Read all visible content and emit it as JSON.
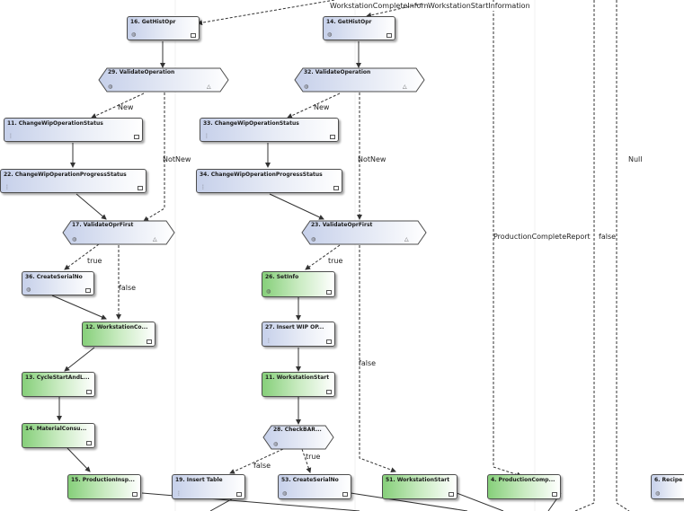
{
  "nodes": {
    "n1": {
      "title": "16. GetHistOpr"
    },
    "n2": {
      "title": "14. GetHistOpr"
    },
    "n3": {
      "title": "29. ValidateOperation"
    },
    "n4": {
      "title": "32. ValidateOperation"
    },
    "n5": {
      "title": "11. ChangeWipOperationStatus"
    },
    "n6": {
      "title": "33. ChangeWipOperationStatus"
    },
    "n7": {
      "title": "22. ChangeWipOperationProgressStatus"
    },
    "n8": {
      "title": "34. ChangeWipOperationProgressStatus"
    },
    "n9": {
      "title": "17. ValidateOprFirst"
    },
    "n10": {
      "title": "23. ValidateOprFirst"
    },
    "n11": {
      "title": "36. CreateSerialNo"
    },
    "n12": {
      "title": "26. SetInfo"
    },
    "n13": {
      "title": "12. WorkstationCo..."
    },
    "n14": {
      "title": "27. Insert WIP OP..."
    },
    "n15": {
      "title": "13. CycleStartAndL..."
    },
    "n16": {
      "title": "11. WorkstationStart"
    },
    "n17": {
      "title": "14. MaterialConsu..."
    },
    "n18": {
      "title": "28. CheckBAR..."
    },
    "n19": {
      "title": "15. ProductionInsp..."
    },
    "n20": {
      "title": "19. Insert Table"
    },
    "n21": {
      "title": "53. CreateSerialNo"
    },
    "n22": {
      "title": "51. WorkstationStart"
    },
    "n23": {
      "title": "4. ProductionComp..."
    },
    "n24": {
      "title": "6. Recipe"
    }
  },
  "edge_labels": {
    "wci": "WorkstationCompleteInformation",
    "wsi": "WorkstationStartInformation",
    "new1": "New",
    "new2": "New",
    "notnew1": "NotNew",
    "notnew2": "NotNew",
    "true1": "true",
    "true2": "true",
    "true3": "true",
    "false1": "false",
    "false2": "false",
    "false3": "false",
    "false4": "false",
    "pcr": "ProductionCompleteReport",
    "null": "Null"
  },
  "icons": {
    "left_glyph": "▣",
    "left_glyph_alt": "⋮",
    "hex_glyph": "◍",
    "hex_glyph_right": "△"
  },
  "colors": {
    "node_blue": "#c6d0ea",
    "node_green": "#86cf7a",
    "edge": "#333333"
  }
}
